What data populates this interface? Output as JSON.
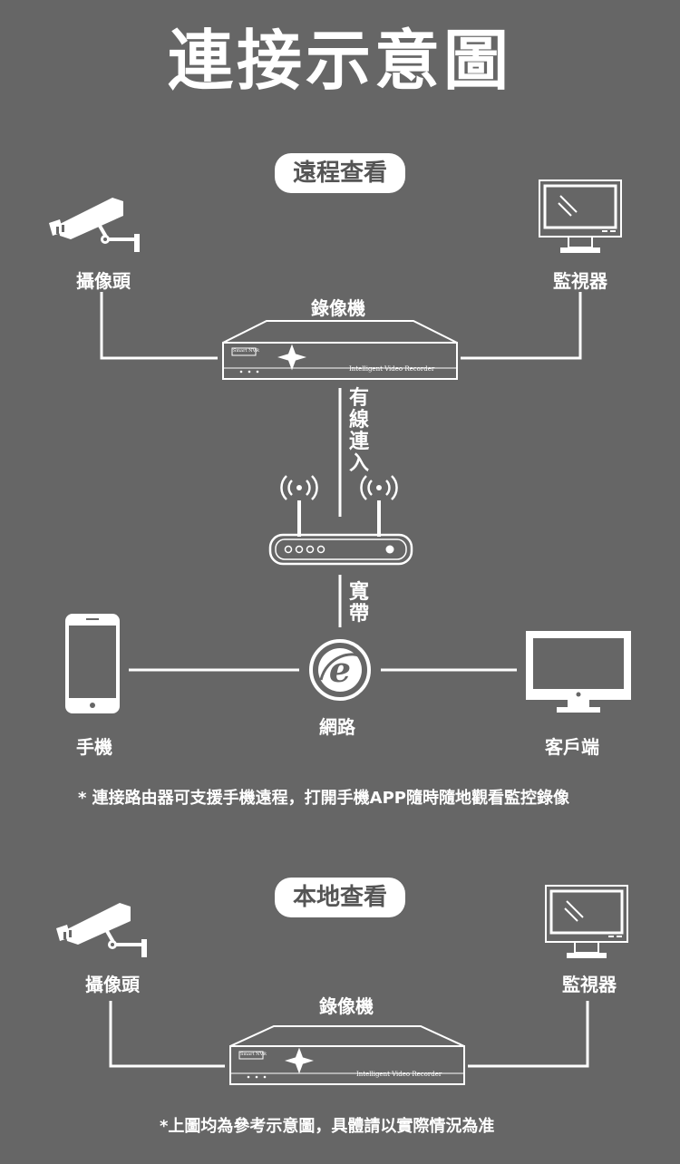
{
  "title": "連接示意圖",
  "remote": {
    "heading": "遠程查看",
    "camera_label": "攝像頭",
    "monitor_label": "監視器",
    "nvr_label": "錄像機",
    "nvr_badge": "Smart NVR",
    "nvr_caption": "Intelligent Video Recorder",
    "wired_label": [
      "有",
      "線",
      "連",
      "入"
    ],
    "broadband_label": [
      "寬",
      "帶"
    ],
    "internet_label": "網路",
    "phone_label": "手機",
    "client_label": "客戶端",
    "note": "* 連接路由器可支援手機遠程，打開手機APP隨時隨地觀看監控錄像"
  },
  "local": {
    "heading": "本地查看",
    "camera_label": "攝像頭",
    "monitor_label": "監視器",
    "nvr_label": "錄像機",
    "nvr_badge": "Smart NVR",
    "nvr_caption": "Intelligent Video Recorder",
    "note": "*上圖均為參考示意圖，具體請以實際情況為准"
  },
  "colors": {
    "background": "#666666",
    "foreground": "#ffffff",
    "pill_text": "#555555"
  }
}
